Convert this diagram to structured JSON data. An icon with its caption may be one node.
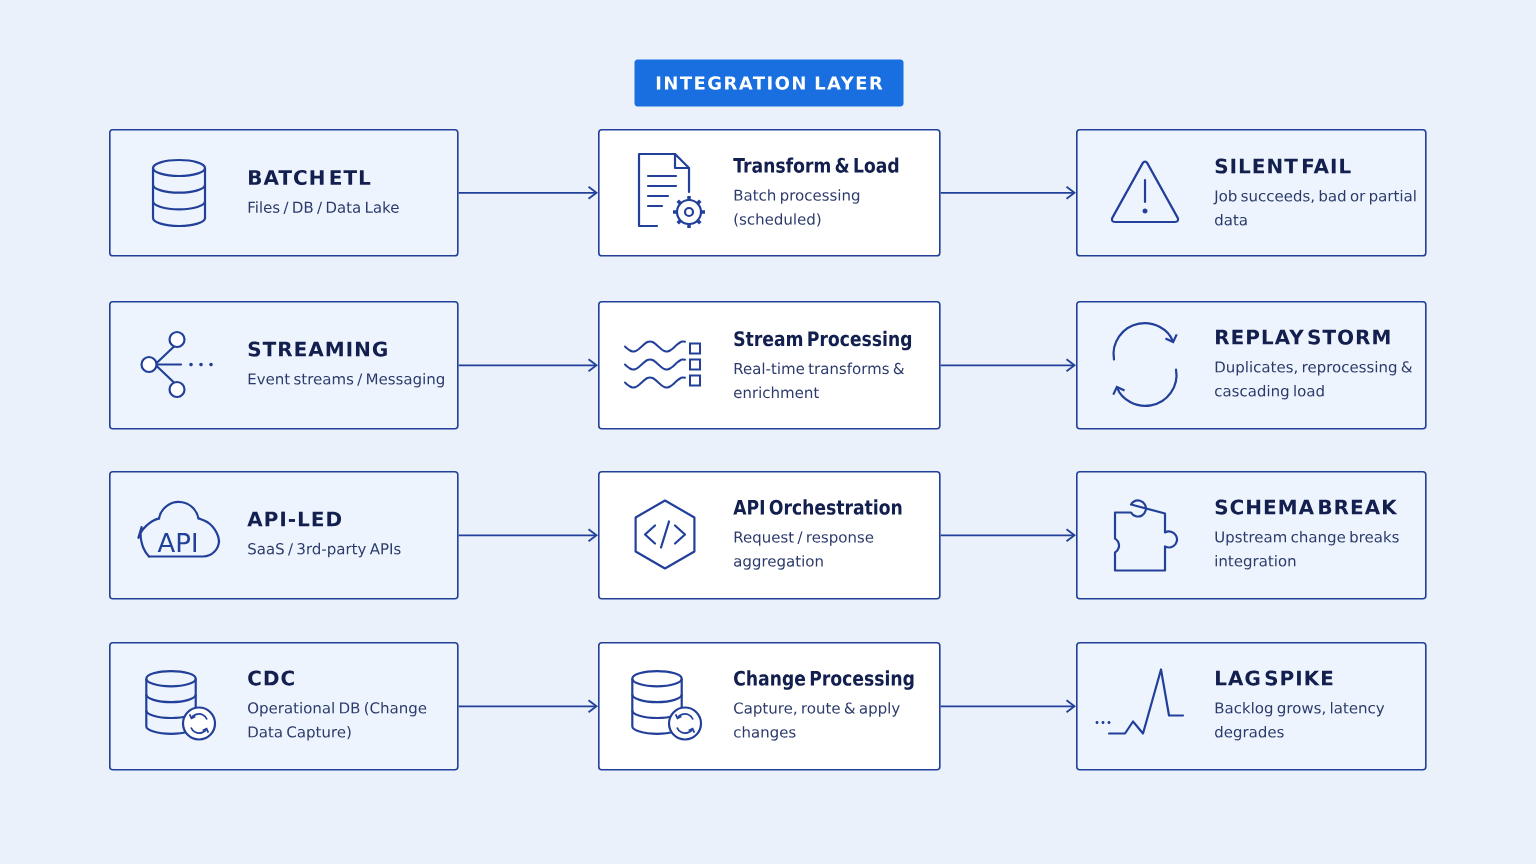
{
  "diagram": {
    "title": "INTEGRATION LAYER",
    "nodes": [
      {
        "text": [
          "BATCH ETL",
          "Files / DB / Data Lake"
        ]
      },
      {
        "text": [
          "Transform & Load",
          "Batch processing (scheduled)"
        ]
      },
      {
        "text": [
          "SILENT FAIL",
          "Job succeeds, bad or partial data"
        ]
      },
      {
        "text": [
          "STREAMING",
          "Event streams / Messaging"
        ]
      },
      {
        "text": [
          "Stream Processing",
          "Real-time transforms & enrichment"
        ]
      },
      {
        "text": [
          "REPLAY STORM",
          "Duplicates, reprocessing & cascading load"
        ]
      },
      {
        "text": [
          "API-LED",
          "SaaS / 3rd-party APIs"
        ]
      },
      {
        "text": [
          "API Orchestration",
          "Request / response aggregation"
        ]
      },
      {
        "text": [
          "SCHEMA BREAK",
          "Upstream change breaks integration"
        ]
      },
      {
        "text": [
          "CDC",
          "Operational DB (Change Data Capture)"
        ]
      },
      {
        "text": [
          "Change Processing",
          "Capture, route & apply changes"
        ]
      },
      {
        "text": [
          "LAG SPIKE",
          "Backlog grows, latency degrades"
        ]
      }
    ],
    "edges": [
      {
        "from": 0,
        "to": 1,
        "arrow": "to"
      },
      {
        "from": 1,
        "to": 2,
        "arrow": "to"
      },
      {
        "from": 3,
        "to": 4,
        "arrow": "to"
      },
      {
        "from": 4,
        "to": 5,
        "arrow": "to"
      },
      {
        "from": 6,
        "to": 7,
        "arrow": "to"
      },
      {
        "from": 7,
        "to": 8,
        "arrow": "to"
      },
      {
        "from": 9,
        "to": 10,
        "arrow": "to"
      },
      {
        "from": 10,
        "to": 11,
        "arrow": "to"
      }
    ],
    "labels": [
      "API"
    ]
  }
}
